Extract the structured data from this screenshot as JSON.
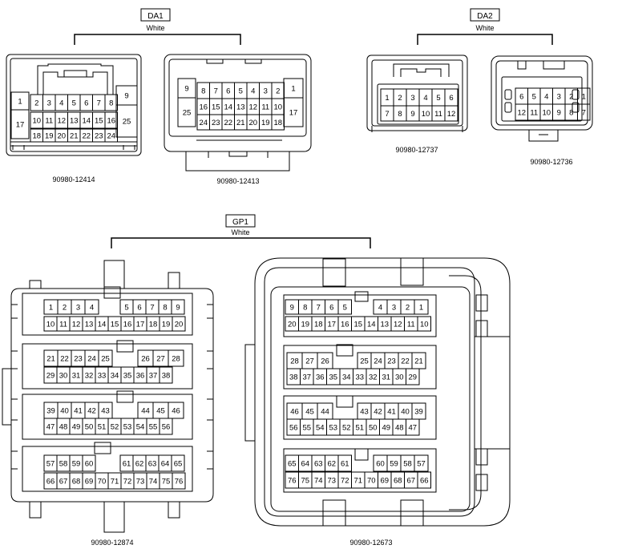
{
  "groups": {
    "da1": {
      "name": "DA1",
      "color": "White"
    },
    "da2": {
      "name": "DA2",
      "color": "White"
    },
    "gp1": {
      "name": "GP1",
      "color": "White"
    }
  },
  "part_numbers": {
    "c1": "90980-12414",
    "c2": "90980-12413",
    "c3": "90980-12737",
    "c4": "90980-12736",
    "c5": "90980-12874",
    "c6": "90980-12673"
  },
  "pins": {
    "c1": {
      "left": [
        "1",
        "17"
      ],
      "row1": [
        "2",
        "3",
        "4",
        "5",
        "6",
        "7",
        "8"
      ],
      "row2": [
        "10",
        "11",
        "12",
        "13",
        "14",
        "15",
        "16"
      ],
      "row3": [
        "18",
        "19",
        "20",
        "21",
        "22",
        "23",
        "24"
      ],
      "right": [
        "9",
        "25"
      ]
    },
    "c2": {
      "left": [
        "9",
        "25"
      ],
      "row1": [
        "8",
        "7",
        "6",
        "5",
        "4",
        "3",
        "2"
      ],
      "row2": [
        "16",
        "15",
        "14",
        "13",
        "12",
        "11",
        "10"
      ],
      "row3": [
        "24",
        "23",
        "22",
        "21",
        "20",
        "19",
        "18"
      ],
      "right": [
        "1",
        "17"
      ]
    },
    "c3": {
      "row1": [
        "1",
        "2",
        "3",
        "4",
        "5",
        "6"
      ],
      "row2": [
        "7",
        "8",
        "9",
        "10",
        "11",
        "12"
      ]
    },
    "c4": {
      "row1": [
        "6",
        "5",
        "4",
        "3",
        "2",
        "1"
      ],
      "row2": [
        "12",
        "11",
        "10",
        "9",
        "8",
        "7"
      ]
    },
    "c5": {
      "b1r1a": [
        "1",
        "2",
        "3",
        "4"
      ],
      "b1r1b": [
        "5",
        "6",
        "7",
        "8",
        "9"
      ],
      "b1r2": [
        "10",
        "11",
        "12",
        "13",
        "14",
        "15",
        "16",
        "17",
        "18",
        "19",
        "20"
      ],
      "b2r1a": [
        "21",
        "22",
        "23",
        "24",
        "25"
      ],
      "b2r1b": [
        "26",
        "27",
        "28"
      ],
      "b2r2": [
        "29",
        "30",
        "31",
        "32",
        "33",
        "34",
        "35",
        "36",
        "37",
        "38"
      ],
      "b3r1a": [
        "39",
        "40",
        "41",
        "42",
        "43"
      ],
      "b3r1b": [
        "44",
        "45",
        "46"
      ],
      "b3r2": [
        "47",
        "48",
        "49",
        "50",
        "51",
        "52",
        "53",
        "54",
        "55",
        "56"
      ],
      "b4r1a": [
        "57",
        "58",
        "59",
        "60"
      ],
      "b4r1b": [
        "61",
        "62",
        "63",
        "64",
        "65"
      ],
      "b4r2": [
        "66",
        "67",
        "68",
        "69",
        "70",
        "71",
        "72",
        "73",
        "74",
        "75",
        "76"
      ]
    },
    "c6": {
      "b1r1a": [
        "9",
        "8",
        "7",
        "6",
        "5"
      ],
      "b1r1b": [
        "4",
        "3",
        "2",
        "1"
      ],
      "b1r2": [
        "20",
        "19",
        "18",
        "17",
        "16",
        "15",
        "14",
        "13",
        "12",
        "11",
        "10"
      ],
      "b2r1a": [
        "28",
        "27",
        "26"
      ],
      "b2r1b": [
        "25",
        "24",
        "23",
        "22",
        "21"
      ],
      "b2r2": [
        "38",
        "37",
        "36",
        "35",
        "34",
        "33",
        "32",
        "31",
        "30",
        "29"
      ],
      "b3r1a": [
        "46",
        "45",
        "44"
      ],
      "b3r1b": [
        "43",
        "42",
        "41",
        "40",
        "39"
      ],
      "b3r2": [
        "56",
        "55",
        "54",
        "53",
        "52",
        "51",
        "50",
        "49",
        "48",
        "47"
      ],
      "b4r1a": [
        "65",
        "64",
        "63",
        "62",
        "61"
      ],
      "b4r1b": [
        "60",
        "59",
        "58",
        "57"
      ],
      "b4r2": [
        "76",
        "75",
        "74",
        "73",
        "72",
        "71",
        "70",
        "69",
        "68",
        "67",
        "66"
      ]
    }
  }
}
